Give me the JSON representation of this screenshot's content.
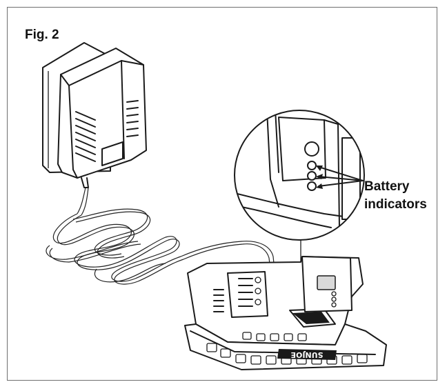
{
  "figure": {
    "title": "Fig. 2"
  },
  "callout": {
    "line1": "Battery",
    "line2": "indicators"
  },
  "product": {
    "brand_mark": "SUNJOE"
  },
  "colors": {
    "line": "#1a1a1a",
    "frame": "#6e6e6e",
    "background": "#ffffff"
  }
}
